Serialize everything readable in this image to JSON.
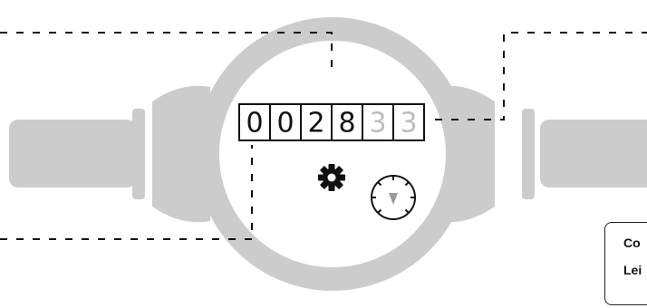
{
  "counter": {
    "digits": [
      {
        "value": "0",
        "style": "dark"
      },
      {
        "value": "0",
        "style": "dark"
      },
      {
        "value": "2",
        "style": "dark"
      },
      {
        "value": "8",
        "style": "dark"
      },
      {
        "value": "3",
        "style": "light"
      },
      {
        "value": "3",
        "style": "light"
      }
    ]
  },
  "callout": {
    "line1": "Co",
    "line2": "Lei"
  },
  "colors": {
    "body_gray": "#cccccc",
    "pipe_gray": "#cccccc",
    "ink": "#111111",
    "dim_digit": "#bdbdbd"
  },
  "icons": {
    "gear": "gear-icon",
    "dial": "dial-icon"
  }
}
